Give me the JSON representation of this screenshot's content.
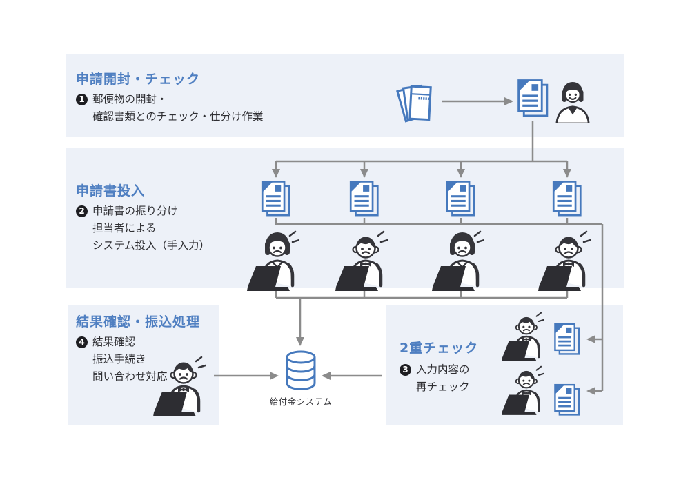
{
  "colors": {
    "accent_blue": "#4f7fc1",
    "icon_blue": "#4679bd",
    "box_bg": "#edf1f8",
    "line_gray": "#8b8b8b",
    "figure_dark": "#35353a",
    "text_dark": "#2f2f33"
  },
  "sections": {
    "open_check": {
      "title": "申請開封・チェック",
      "step": "1",
      "lines": [
        "郵便物の開封・",
        "確認書類とのチェック・仕分け作業"
      ]
    },
    "form_input": {
      "title": "申請書投入",
      "step": "2",
      "lines": [
        "申請書の振り分け",
        "担当者による",
        "システム投入（手入力）"
      ]
    },
    "double_check": {
      "title": "2重チェック",
      "step": "3",
      "lines": [
        "入力内容の",
        "再チェック"
      ]
    },
    "result_transfer": {
      "title": "結果確認・振込処理",
      "step": "4",
      "lines": [
        "結果確認",
        "振込手続き",
        "問い合わせ対応"
      ]
    }
  },
  "database": {
    "label": "給付金システム"
  },
  "icons": [
    "envelope-stack-icon",
    "document-stack-icon",
    "staff-woman-icon",
    "worker-woman-laptop-icon",
    "worker-man-laptop-icon",
    "database-icon"
  ]
}
